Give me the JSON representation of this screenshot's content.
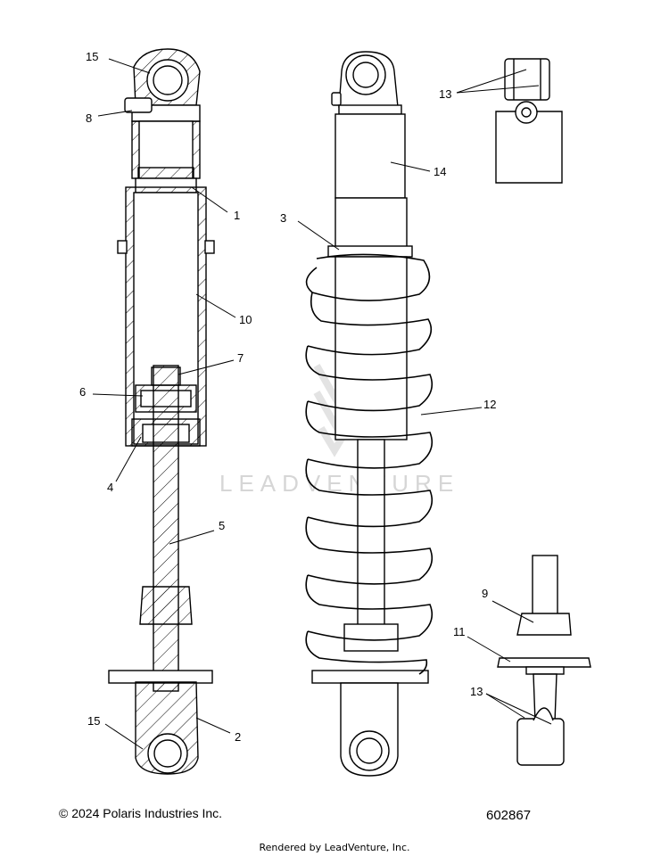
{
  "callouts": {
    "c1": "1",
    "c2": "2",
    "c3": "3",
    "c4": "4",
    "c5": "5",
    "c6": "6",
    "c7": "7",
    "c8": "8",
    "c9": "9",
    "c10": "10",
    "c11": "11",
    "c12": "12",
    "c13a": "13",
    "c13b": "13",
    "c14": "14",
    "c15a": "15",
    "c15b": "15"
  },
  "footer": {
    "copyright": "© 2024 Polaris Industries Inc.",
    "figure_number": "602867",
    "rendered_by": "Rendered by LeadVenture, Inc."
  },
  "watermark": {
    "text": "LEADVENTURE"
  }
}
